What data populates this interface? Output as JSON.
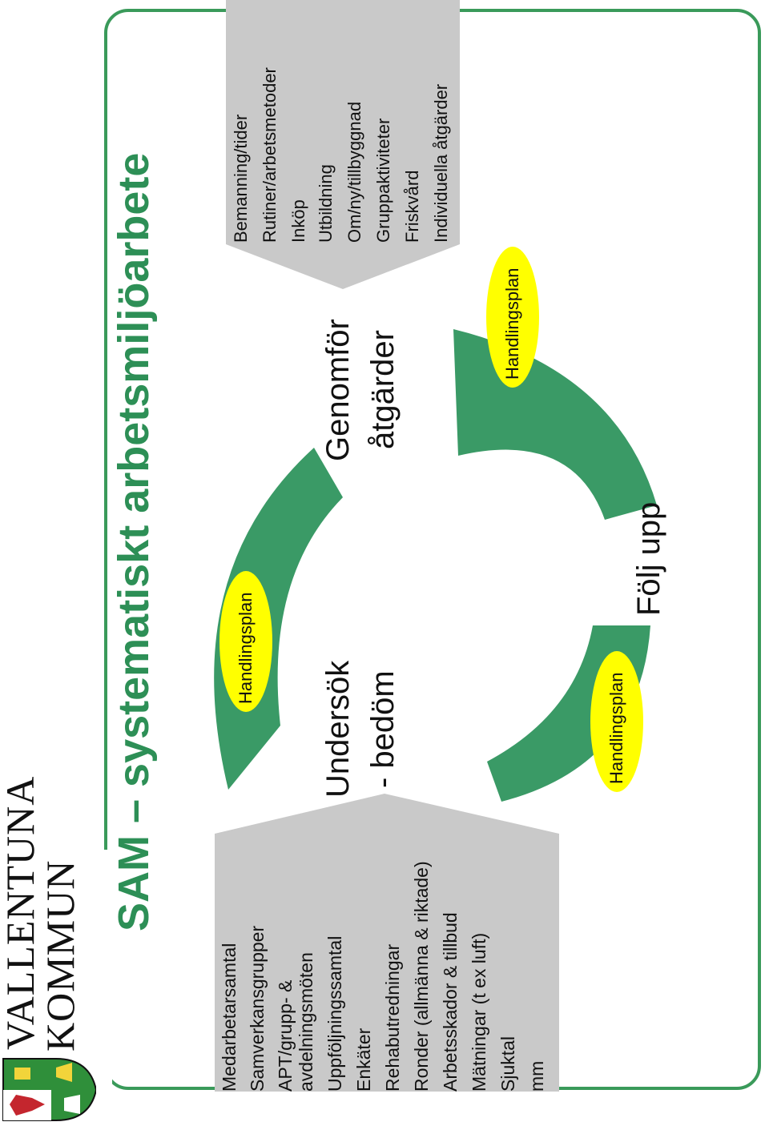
{
  "logo": {
    "line1": "VALLENTUNA",
    "line2": "KOMMUN",
    "emblem": "municipal-coat-of-arms"
  },
  "title": "SAM – systematiskt arbetsmiljöarbete",
  "left_list": [
    "Medarbetarsamtal",
    "Samverkansgrupper",
    "APT/grupp- &",
    "avdelningsmöten",
    "Uppföljningssamtal",
    "Enkäter",
    "Rehabutredningar",
    "Ronder (allmänna & riktade)",
    "Arbetsskador & tillbud",
    "Mätningar (t ex luft)",
    "Sjuktal",
    "mm"
  ],
  "right_list": [
    "Bemanning/tider",
    "Rutiner/arbetsmetoder",
    "Inköp",
    "Utbildning",
    "Om/ny/tillbyggnad",
    "Gruppaktiviteter",
    "Friskvård",
    "Individuella åtgärder"
  ],
  "stages": {
    "investigate_line1": "Undersök",
    "investigate_line2": "- bedöm",
    "implement_line1": "Genomför",
    "implement_line2": "åtgärder",
    "follow_up": "Följ upp"
  },
  "action_plan_labels": [
    "Handlingsplan",
    "Handlingsplan",
    "Handlingsplan"
  ],
  "colors": {
    "arc_green": "#3a9a66",
    "title_green": "#2d8f56",
    "frame_green": "#3a9a5a",
    "panel_gray": "#c9c9c9",
    "ellipse_yellow": "#ffff00"
  }
}
